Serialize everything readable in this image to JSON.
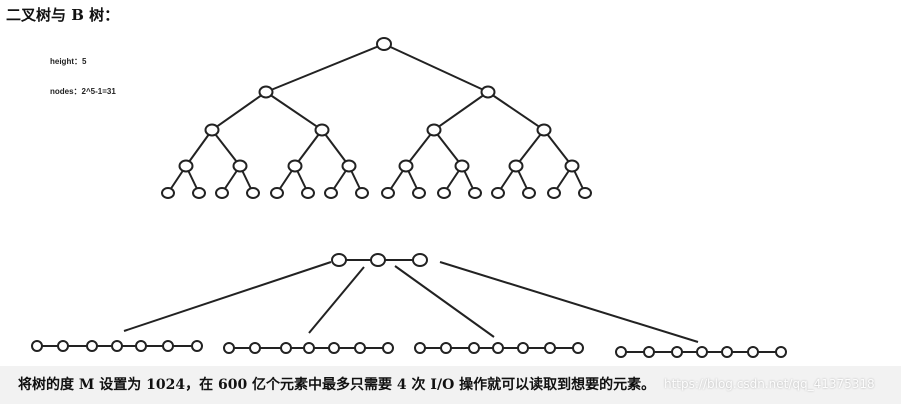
{
  "title": "二叉树与 B 树：",
  "binary_tree": {
    "height_label": "height：5",
    "nodes_label": "nodes：2^5-1=31"
  },
  "caption": "将树的度 M 设置为 1024，在 600 亿个元素中最多只需要 4 次 I/O 操作就可以读取到想要的元素。",
  "watermark": "https://blog.csdn.net/qq_41375318",
  "colors": {
    "line": "#222222",
    "node_fill": "#ffffff",
    "bottom_bar": "#f2f2f2"
  }
}
